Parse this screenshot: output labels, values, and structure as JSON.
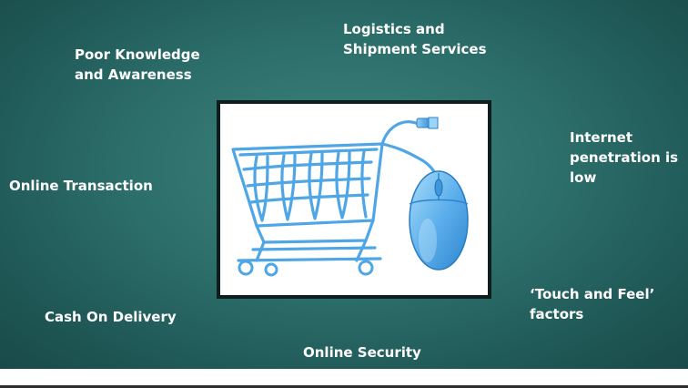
{
  "labels": {
    "logistics": [
      "Logistics and",
      "Shipment Services"
    ],
    "poor_knowledge": [
      "Poor Knowledge",
      "and Awareness"
    ],
    "internet": [
      "Internet",
      "penetration is",
      "low"
    ],
    "online_transaction": "Online Transaction",
    "touch_feel": [
      "‘Touch and Feel’",
      "factors"
    ],
    "cash_on_delivery": "Cash On Delivery",
    "online_security": "Online Security"
  },
  "colors": {
    "background": "#2c6e6a",
    "text": "#ffffff",
    "cart": "#5aaee8",
    "mouse": "#6fb9ee"
  },
  "image": {
    "icon": "shopping-cart-with-usb-mouse-icon"
  }
}
